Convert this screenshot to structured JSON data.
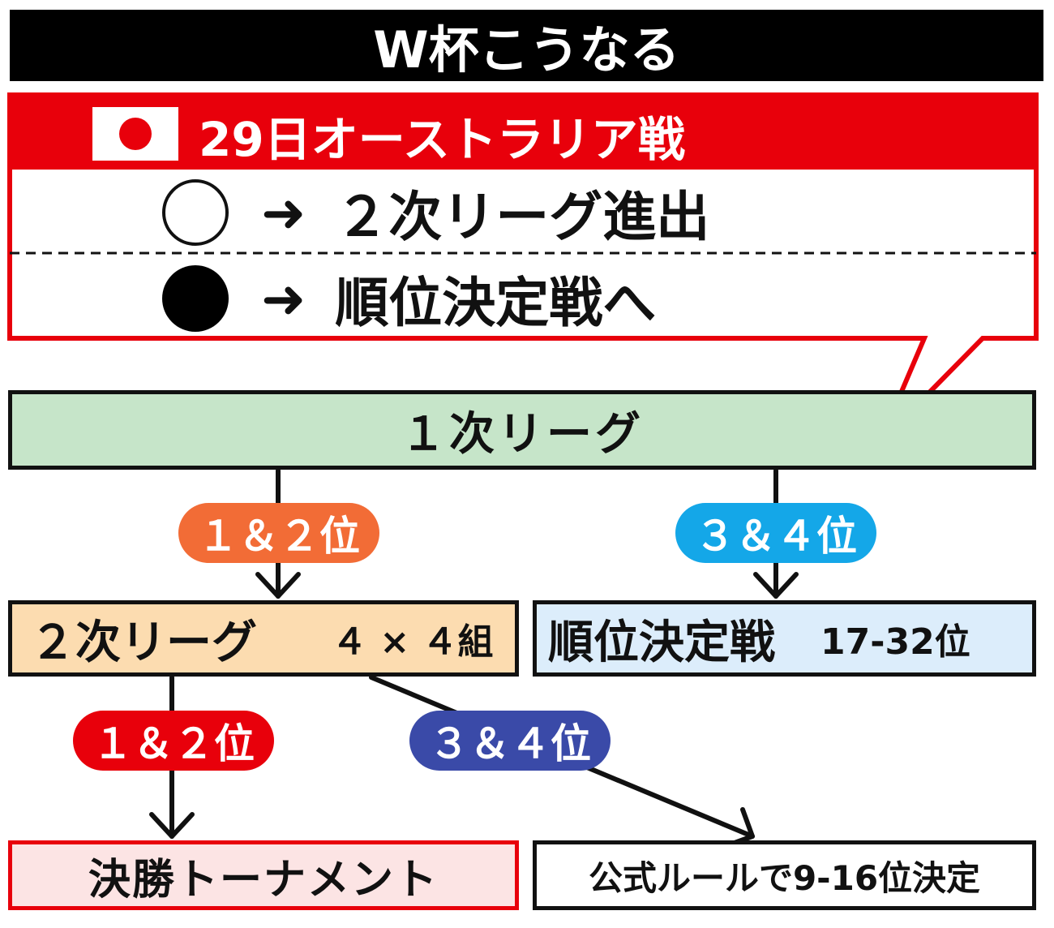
{
  "title": "W杯こうなる",
  "callout": {
    "header": "29日オーストラリア戦",
    "flag": "japan-flag",
    "advance": {
      "symbol": "○",
      "arrow": "➜",
      "text": "２次リーグ進出"
    },
    "rank": {
      "symbol": "●",
      "arrow": "➜",
      "text": "順位決定戦へ"
    }
  },
  "first_league": "１次リーグ",
  "edges": {
    "first_to_second": "１＆２位",
    "first_to_placement": "３＆４位",
    "second_to_tournament": "１＆２位",
    "second_to_official": "３＆４位"
  },
  "second_league": {
    "label": "２次リーグ",
    "detail": "４ × ４組"
  },
  "placement": {
    "label": "順位決定戦",
    "detail": "17-32位"
  },
  "tournament": "決勝トーナメント",
  "official": "公式ルールで9-16位決定",
  "colors": {
    "red": "#e8000b",
    "orange": "#f26c36",
    "sky": "#14a7e8",
    "navy": "#3a4aa8",
    "green_box": "#c6e5c9",
    "orange_box": "#fcdcb0",
    "blue_box": "#dcedfb",
    "pink_box": "#fce4e4"
  }
}
